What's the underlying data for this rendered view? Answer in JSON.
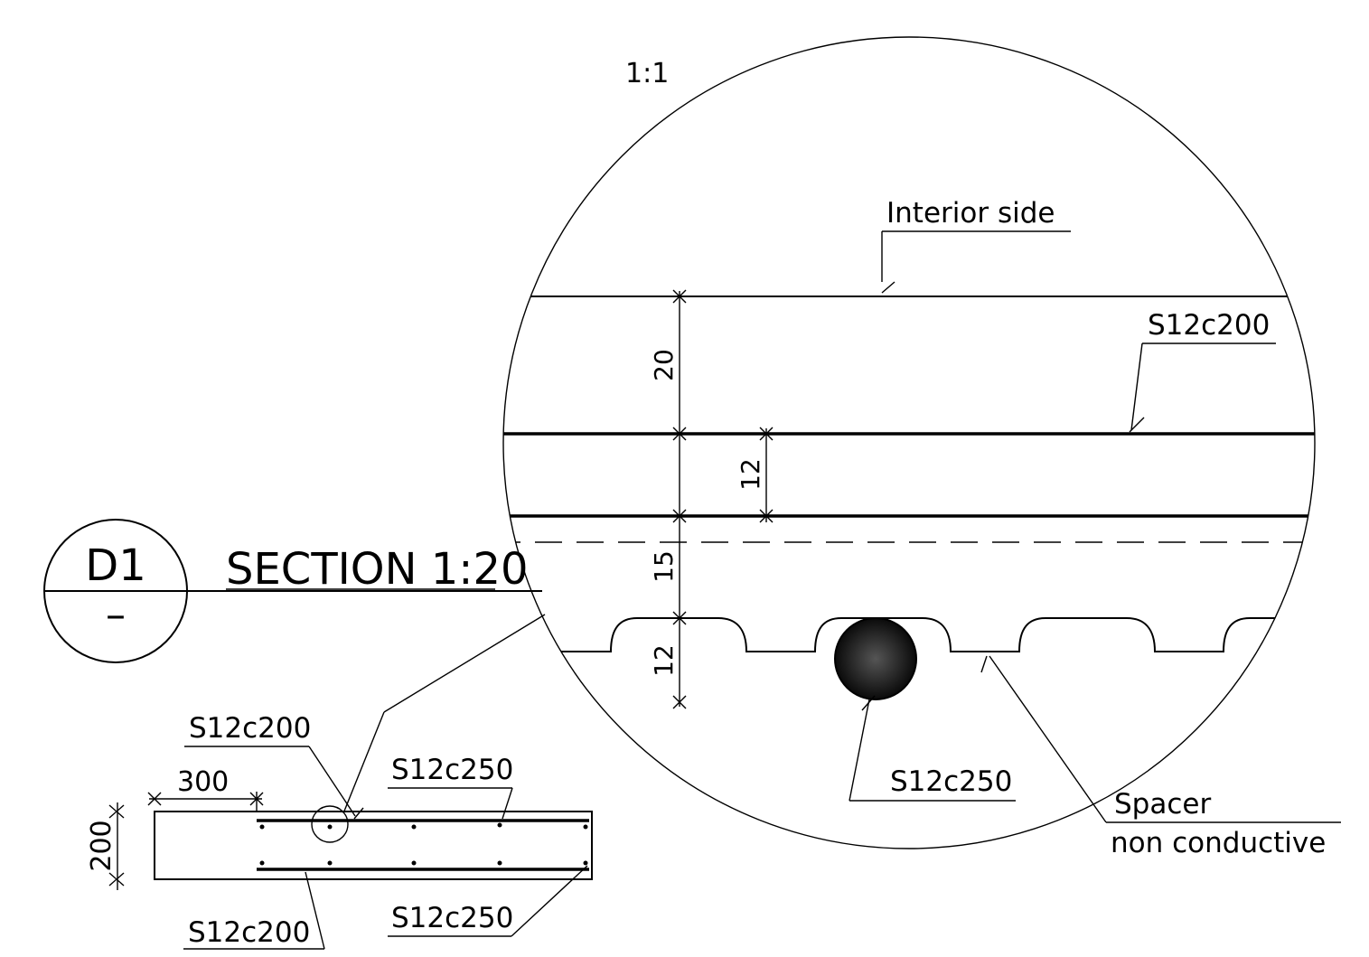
{
  "detail": {
    "scale": "1:1",
    "callout_id": "D1",
    "callout_sheet": "–",
    "section_title": "SECTION 1:20"
  },
  "labels": {
    "interior_side": "Interior side",
    "rebar_top_detail": "S12c200",
    "rebar_bottom_detail": "S12c250",
    "spacer_line1": "Spacer",
    "spacer_line2": "non conductive",
    "sec_top_left": "S12c200",
    "sec_top_right": "S12c250",
    "sec_bottom_left": "S12c200",
    "sec_bottom_right": "S12c250"
  },
  "dimensions": {
    "cover": "20",
    "bar_top": "12",
    "gap": "15",
    "bar_bottom": "12",
    "section_edge": "300",
    "section_thickness": "200"
  }
}
